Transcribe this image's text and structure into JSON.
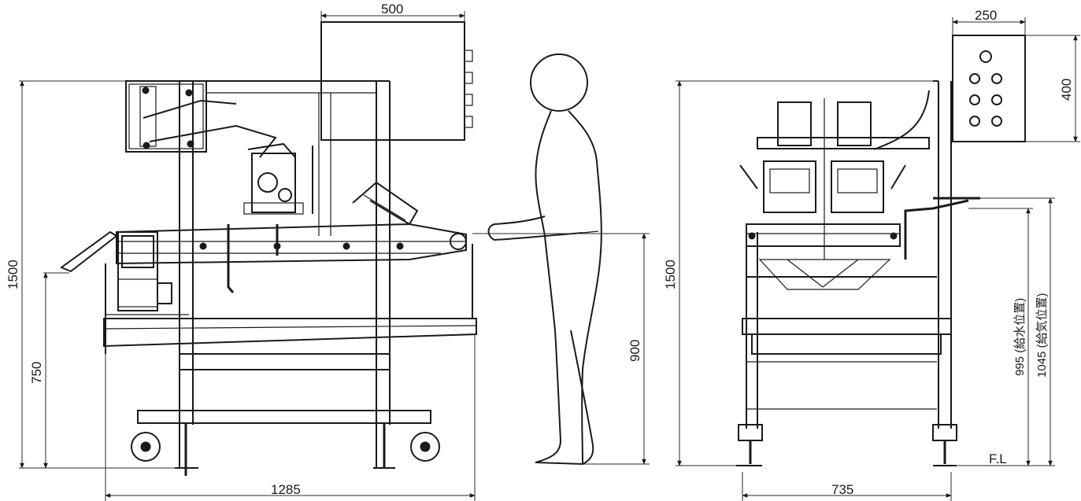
{
  "dimensions": {
    "front_width": "1285",
    "front_height": "1500",
    "front_work_height": "750",
    "human_height": "900",
    "box_width": "500",
    "side_width": "735",
    "side_height": "1500",
    "side_box_width": "250",
    "side_box_height": "400",
    "water_height": "995 (給水位置)",
    "air_height": "1045 (給気位置)",
    "floor_level": "F.L"
  },
  "colors": {
    "line": "#1a1a1a",
    "background": "#ffffff"
  }
}
